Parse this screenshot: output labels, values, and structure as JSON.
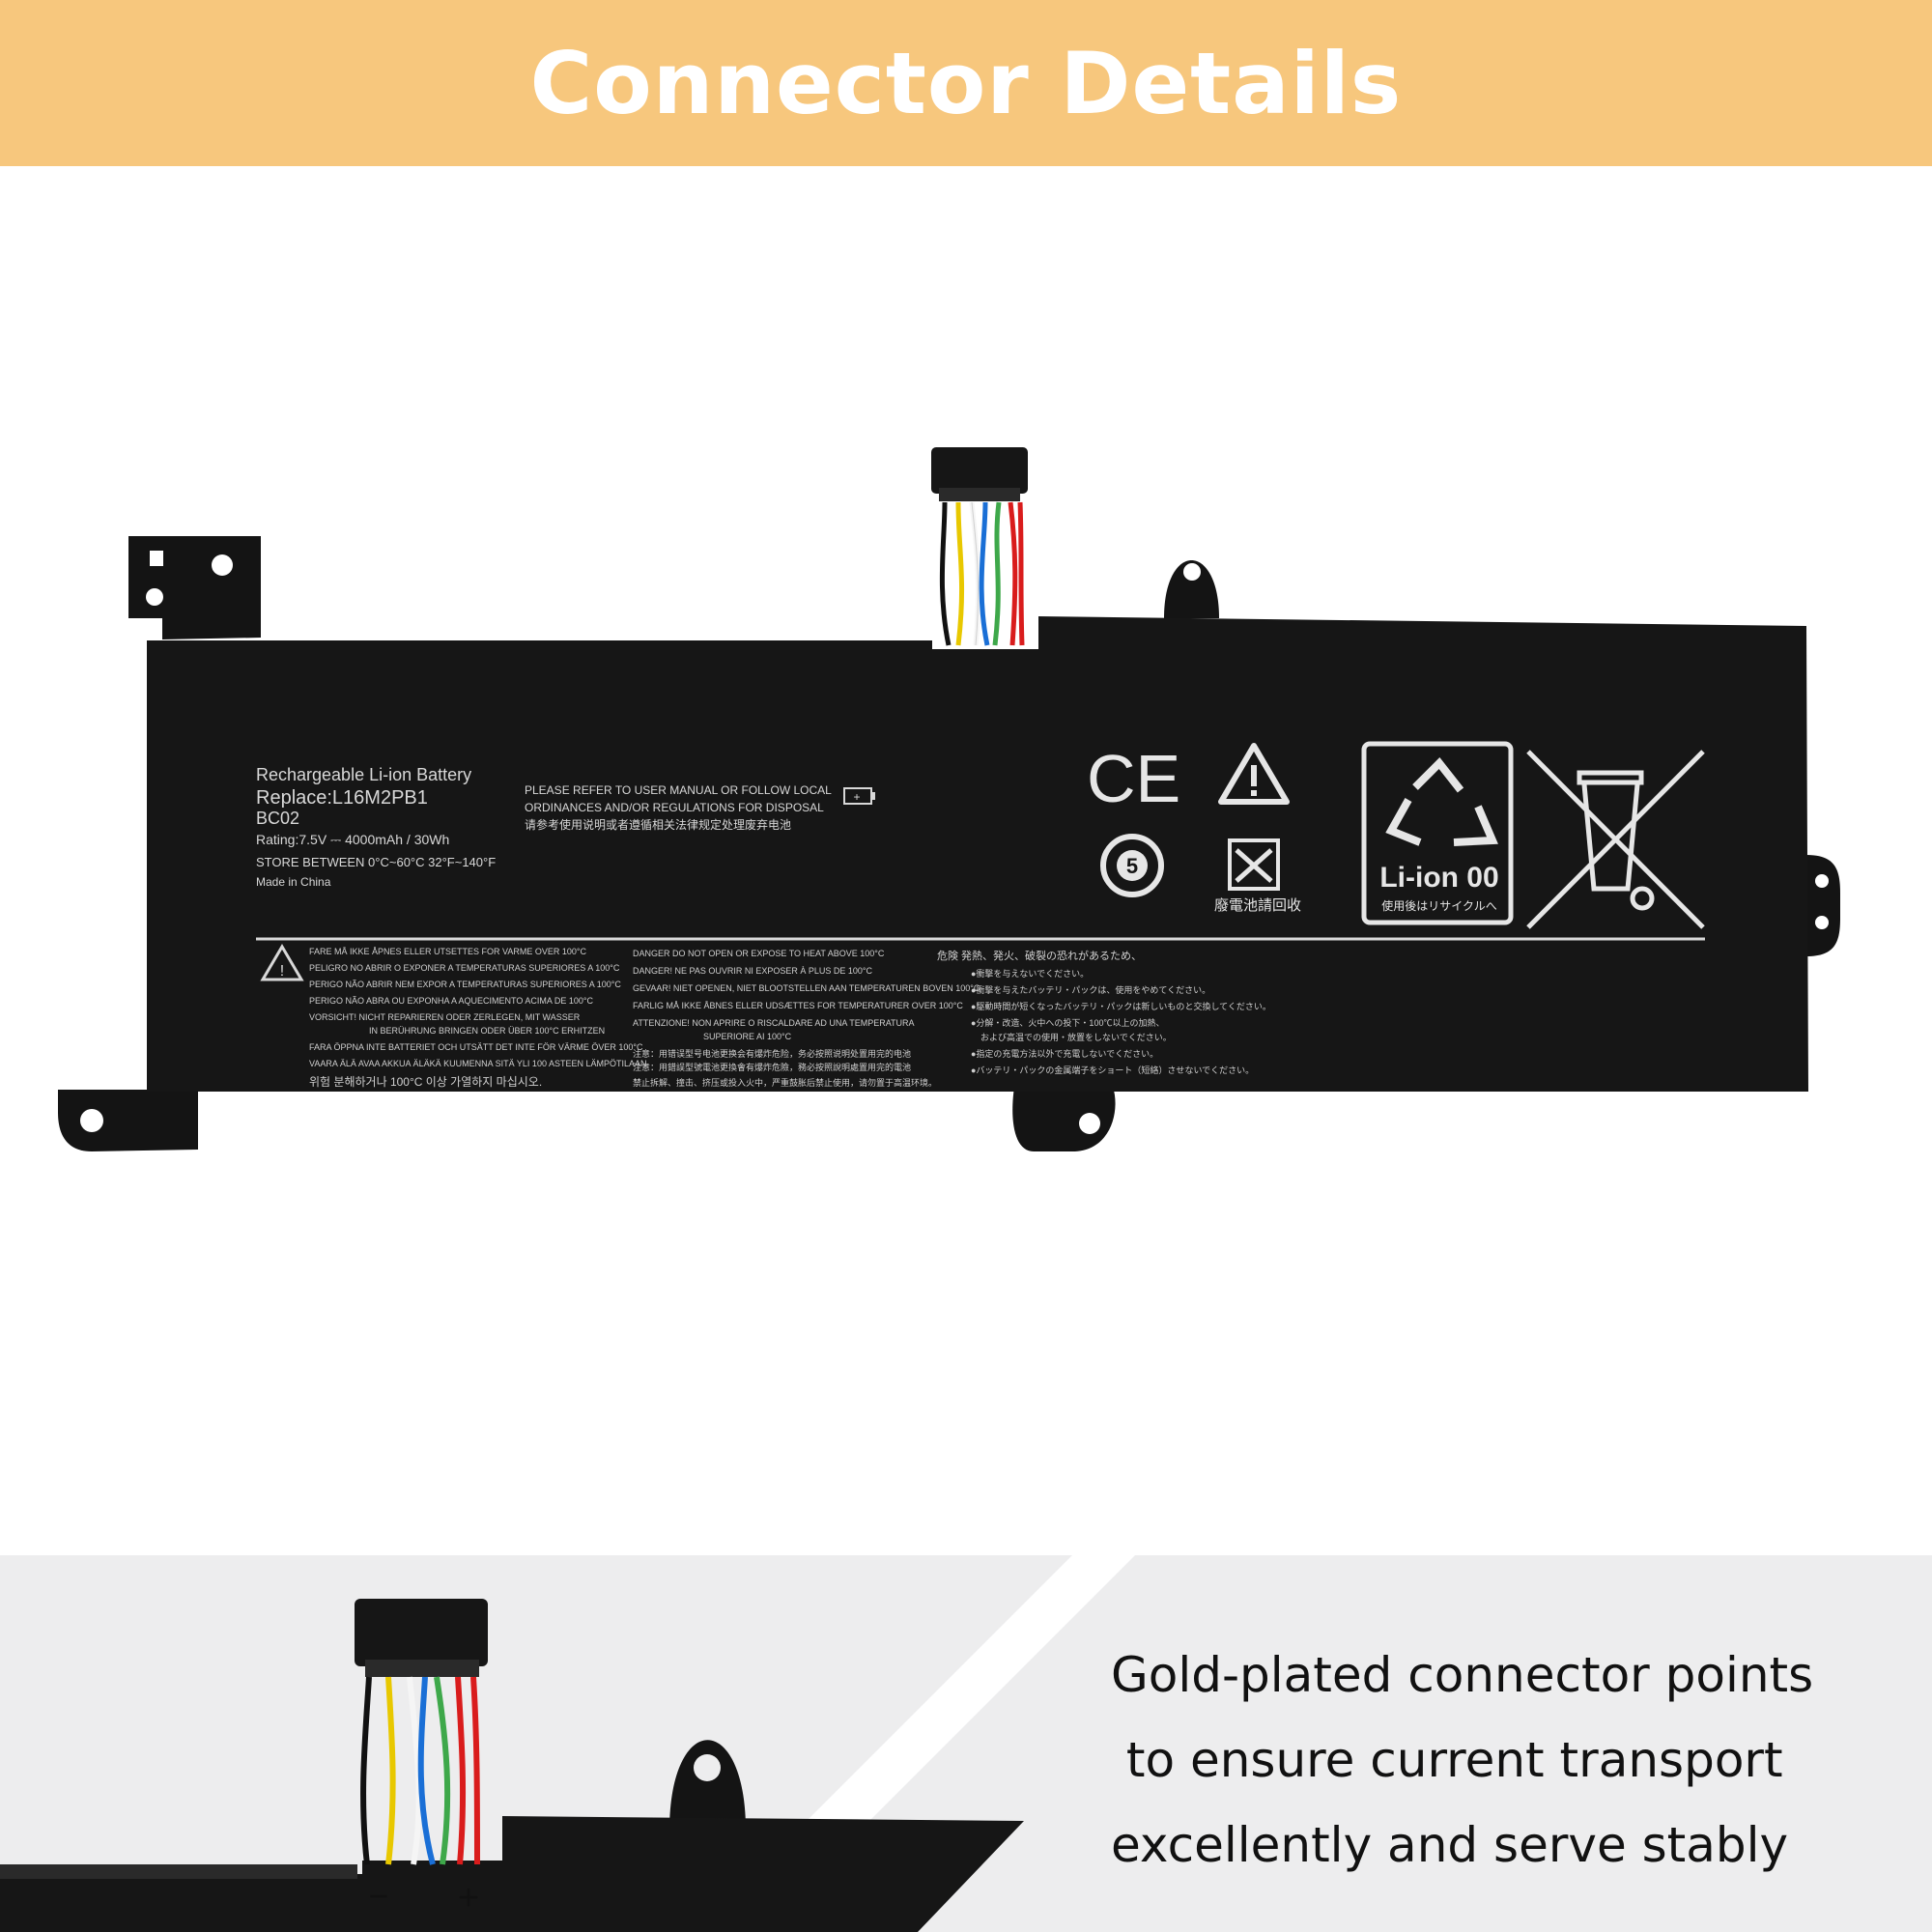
{
  "header": {
    "title": "Connector Details"
  },
  "battery_label": {
    "line1": "Rechargeable Li-ion Battery",
    "line2": "Replace:L16M2PB1",
    "line3": "BC02",
    "line4": "Rating:7.5V ⎓ 4000mAh / 30Wh",
    "line5": "STORE BETWEEN 0°C~60°C 32°F~140°F",
    "line6": "Made in China",
    "disposal1": "PLEASE REFER TO USER MANUAL OR FOLLOW LOCAL",
    "disposal2": "ORDINANCES AND/OR REGULATIONS FOR DISPOSAL",
    "disposal3": "请参考使用说明或者遵循相关法律规定处理废弃电池",
    "recycle_mark": "Li-ion 00",
    "recycle_sub": "使用後はリサイクルへ",
    "cn_recycle": "廢電池請回收",
    "ce_mark": "CE",
    "terminal_minus": "−",
    "terminal_plus": "+"
  },
  "warnings": {
    "col1": [
      "FARE  MÅ IKKE ÅPNES ELLER UTSETTES FOR VARME OVER 100°C",
      "PELIGRO  NO ABRIR O EXPONER A TEMPERATURAS SUPERIORES A 100°C",
      "PERIGO  NÃO ABRIR NEM EXPOR A TEMPERATURAS SUPERIORES A 100°C",
      "PERIGO  NÃO ABRA OU EXPONHA A AQUECIMENTO ACIMA DE 100°C",
      "VORSICHT! NICHT REPARIEREN ODER ZERLEGEN, MIT WASSER",
      "IN BERÜHRUNG BRINGEN ODER ÜBER 100°C ERHITZEN",
      "FARA  ÖPPNA INTE BATTERIET OCH UTSÄTT DET INTE FÖR VÄRME ÖVER 100°C",
      "VAARA  ÄLÄ AVAA AKKUA ÄLÄKÄ KUUMENNA SITÄ YLI 100 ASTEEN LÄMPÖTILAAN",
      "위험  분해하거나 100°C 이상 가열하지 마십시오."
    ],
    "col2": [
      "DANGER  DO NOT OPEN OR EXPOSE TO HEAT ABOVE 100°C",
      "DANGER!  NE PAS OUVRIR NI EXPOSER À PLUS DE 100°C",
      "GEVAAR!  NIET OPENEN, NIET BLOOTSTELLEN AAN TEMPERATUREN BOVEN 100°C",
      "FARLIG  MÅ IKKE ÅBNES ELLER UDSÆTTES FOR TEMPERATURER OVER 100°C",
      "ATTENZIONE!  NON APRIRE O RISCALDARE AD UNA TEMPERATURA",
      "SUPERIORE AI 100°C",
      "注意：用错误型号电池更换会有爆炸危险，务必按照说明处置用完的电池",
      "注意：用錯誤型號電池更換會有爆炸危險，務必按照說明處置用完的電池",
      "禁止拆解、撞击、挤压或投入火中，严重鼓胀后禁止使用，请勿置于高温环境。"
    ],
    "col3": [
      "危険  発熱、発火、破裂の恐れがあるため、",
      "●衝撃を与えないでください。",
      "●衝撃を与えたバッテリ・パックは、使用をやめてください。",
      "●駆動時間が短くなったバッテリ・パックは新しいものと交換してください。",
      "●分解・改造、火中への投下・100℃以上の加熱、",
      "および高温での使用・放置をしないでください。",
      "●指定の充電方法以外で充電しないでください。",
      "●バッテリ・パックの金属端子をショート（短絡）させないでください。"
    ]
  },
  "detail": {
    "line1": "Gold-plated connector points",
    "line2": " to ensure current transport",
    "line3": "excellently and serve stably"
  }
}
